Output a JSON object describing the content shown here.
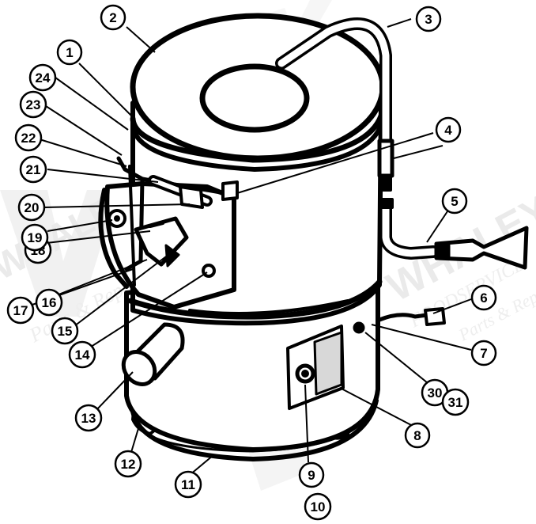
{
  "watermark": {
    "brand": "WHALEY",
    "sub": "FOODSERVICE",
    "tag": "Parts & Repairs"
  },
  "callouts": [
    "1",
    "2",
    "3",
    "4",
    "5",
    "6",
    "7",
    "8",
    "9",
    "10",
    "11",
    "12",
    "13",
    "14",
    "15",
    "16",
    "17",
    "18",
    "19",
    "20",
    "21",
    "22",
    "23",
    "24",
    "30",
    "31"
  ]
}
